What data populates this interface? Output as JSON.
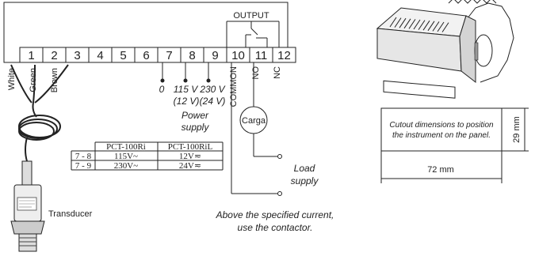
{
  "output_label": "OUTPUT",
  "terminals": [
    "1",
    "2",
    "3",
    "4",
    "5",
    "6",
    "7",
    "8",
    "9",
    "10",
    "11",
    "12"
  ],
  "wire_colors": [
    "White",
    "Green",
    "Brown"
  ],
  "terminal7_value": "0",
  "terminal8_value": "115 V",
  "terminal8_alt": "(12 V)",
  "terminal9_value": "230 V",
  "terminal9_alt": "(24 V)",
  "common_label": "COMMON",
  "no_label": "NO",
  "nc_label": "NC",
  "power_supply_line1": "Power",
  "power_supply_line2": "supply",
  "carga_label": "Carga",
  "load_line1": "Load",
  "load_line2": "supply",
  "transducer_label": "Transducer",
  "contactor_line1": "Above the specified current,",
  "contactor_line2": "use the contactor.",
  "table": {
    "headers": [
      "PCT-100Ri",
      "PCT-100RiL"
    ],
    "rows": [
      {
        "terminals": "7 - 8",
        "ri": "115V~",
        "ril": "12V≂"
      },
      {
        "terminals": "7 - 9",
        "ri": "230V~",
        "ril": "24V≂"
      }
    ]
  },
  "cutout_line1": "Cutout dimensions to position",
  "cutout_line2": "the instrument on the panel.",
  "dim_width": "72 mm",
  "dim_height": "29 mm"
}
